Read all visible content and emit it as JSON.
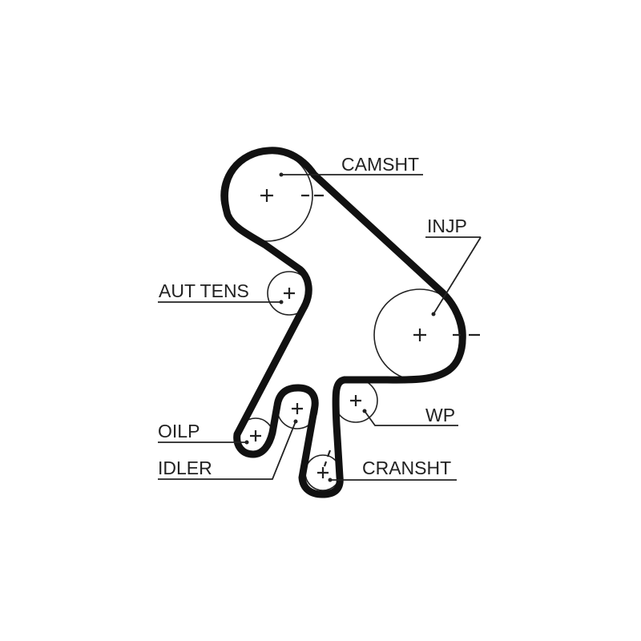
{
  "diagram": {
    "labels": {
      "camshaft": "CAMSHT",
      "injection_pump": "INJP",
      "auto_tensioner": "AUT TENS",
      "water_pump": "WP",
      "oil_pump": "OILP",
      "idler": "IDLER",
      "crankshaft": "CRANSHT"
    },
    "colors": {
      "belt": "#111111",
      "line": "#222222",
      "background": "#ffffff"
    }
  }
}
